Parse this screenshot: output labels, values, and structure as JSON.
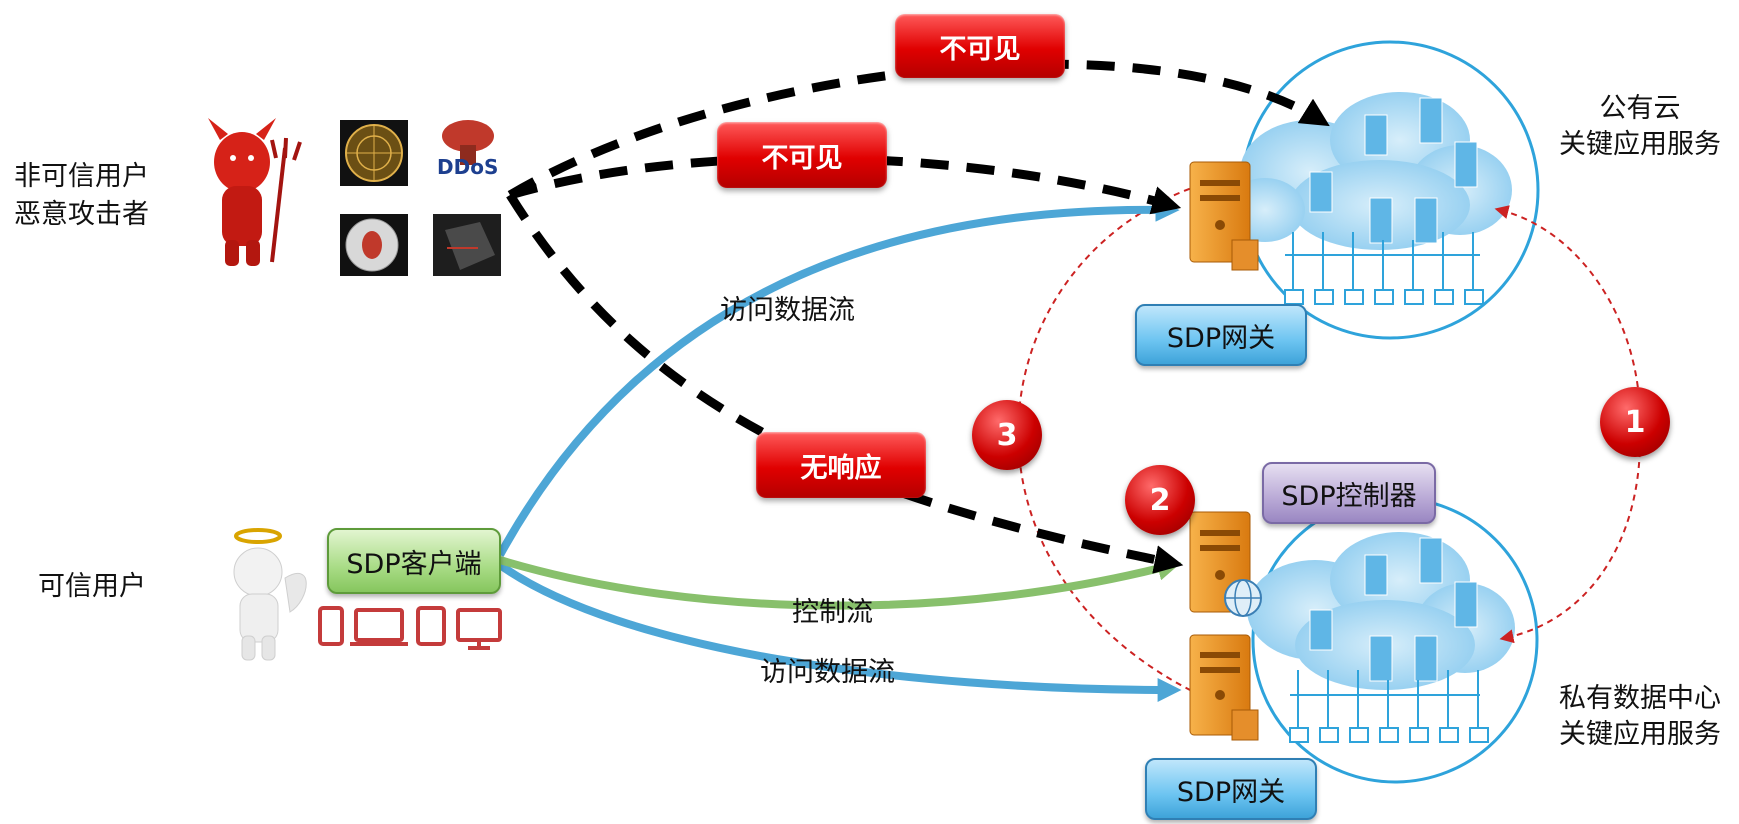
{
  "actors": {
    "untrusted_line1": "非可信用户",
    "untrusted_line2": "恶意攻击者",
    "trusted": "可信用户"
  },
  "threat_icons": [
    "radar-icon",
    "ddos-icon",
    "bug-icon",
    "broken-wall-icon"
  ],
  "ddos_text": "DDoS",
  "badges": {
    "invisible_top": "不可见",
    "invisible_mid": "不可见",
    "no_response": "无响应"
  },
  "nodes": {
    "client": "SDP客户端",
    "gateway_cloud": "SDP网关",
    "controller": "SDP控制器",
    "gateway_dc": "SDP网关"
  },
  "edges": {
    "access_flow_top": "访问数据流",
    "control_flow": "控制流",
    "access_flow_bottom": "访问数据流"
  },
  "sites": {
    "cloud_line1": "公有云",
    "cloud_line2": "关键应用服务",
    "dc_line1": "私有数据中心",
    "dc_line2": "关键应用服务"
  },
  "steps": [
    "1",
    "2",
    "3"
  ],
  "colors": {
    "attack": "#000000",
    "access": "#4da6d6",
    "control": "#88c06c",
    "dashed_cycle": "#cc2222",
    "badge_red": "#e00000",
    "cloud_ring": "#2ea3db"
  }
}
